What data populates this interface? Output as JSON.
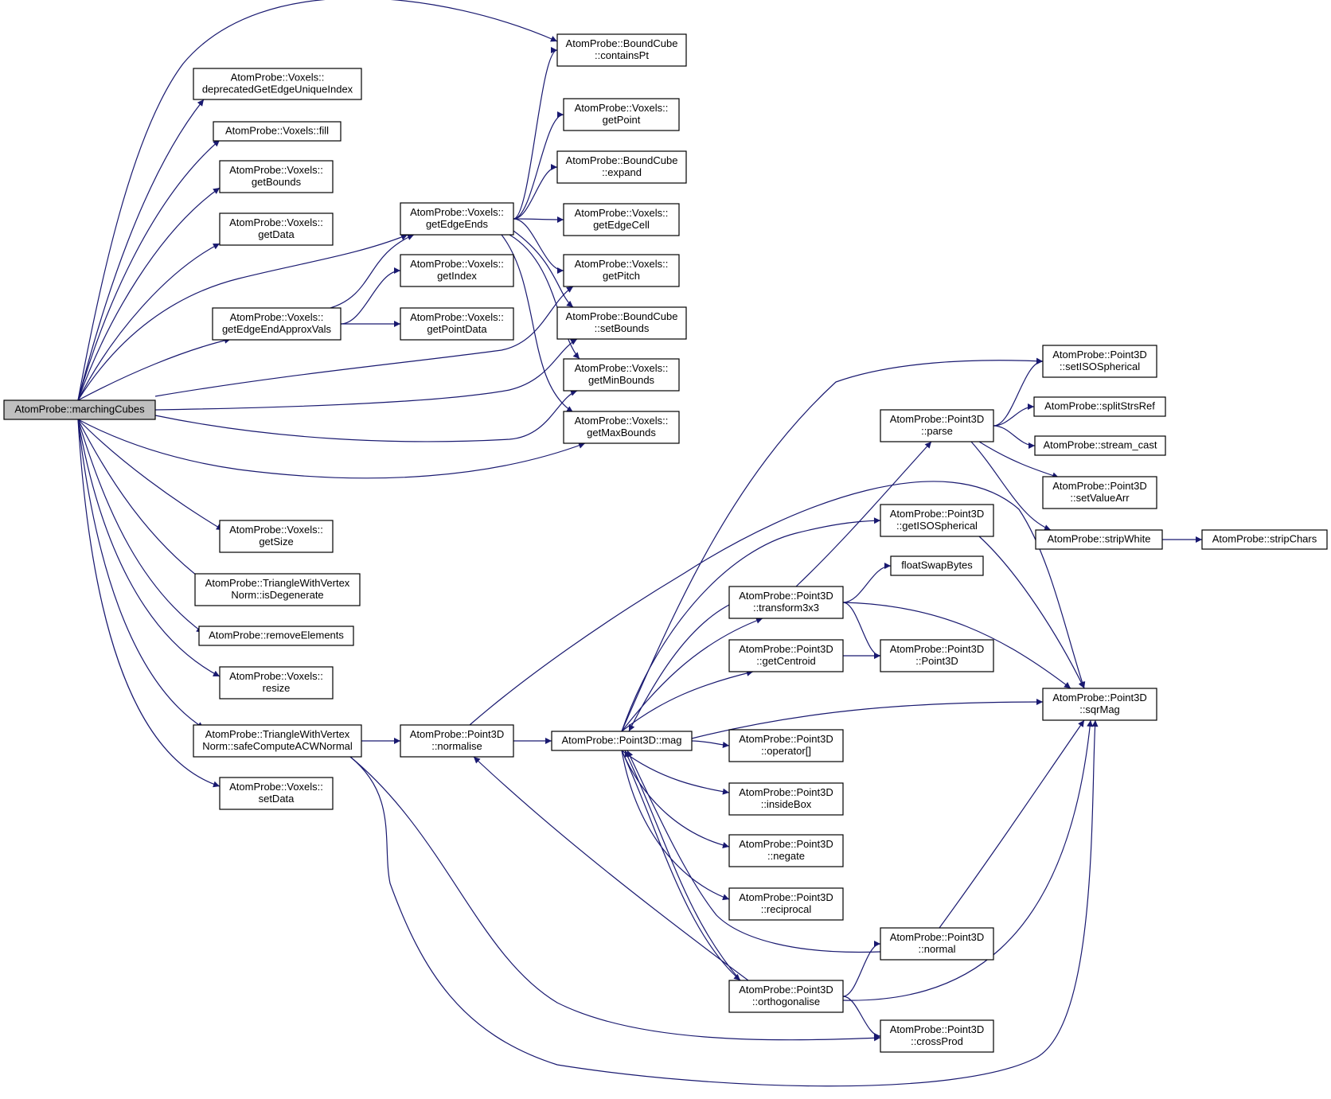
{
  "graph": {
    "nodes": [
      {
        "id": "marchingCubes",
        "lines": [
          "AtomProbe::marchingCubes"
        ],
        "root": true
      },
      {
        "id": "containsPt",
        "lines": [
          "AtomProbe::BoundCube",
          "::containsPt"
        ]
      },
      {
        "id": "deprecatedGetEdgeUniqueIndex",
        "lines": [
          "AtomProbe::Voxels::",
          "deprecatedGetEdgeUniqueIndex"
        ]
      },
      {
        "id": "fill",
        "lines": [
          "AtomProbe::Voxels::fill"
        ]
      },
      {
        "id": "getBounds",
        "lines": [
          "AtomProbe::Voxels::",
          "getBounds"
        ]
      },
      {
        "id": "getData",
        "lines": [
          "AtomProbe::Voxels::",
          "getData"
        ]
      },
      {
        "id": "getEdgeEnds",
        "lines": [
          "AtomProbe::Voxels::",
          "getEdgeEnds"
        ]
      },
      {
        "id": "getPoint",
        "lines": [
          "AtomProbe::Voxels::",
          "getPoint"
        ]
      },
      {
        "id": "expand",
        "lines": [
          "AtomProbe::BoundCube",
          "::expand"
        ]
      },
      {
        "id": "getEdgeCell",
        "lines": [
          "AtomProbe::Voxels::",
          "getEdgeCell"
        ]
      },
      {
        "id": "getIndex",
        "lines": [
          "AtomProbe::Voxels::",
          "getIndex"
        ]
      },
      {
        "id": "getPitch",
        "lines": [
          "AtomProbe::Voxels::",
          "getPitch"
        ]
      },
      {
        "id": "getEdgeEndApproxVals",
        "lines": [
          "AtomProbe::Voxels::",
          "getEdgeEndApproxVals"
        ]
      },
      {
        "id": "getPointData",
        "lines": [
          "AtomProbe::Voxels::",
          "getPointData"
        ]
      },
      {
        "id": "setBounds",
        "lines": [
          "AtomProbe::BoundCube",
          "::setBounds"
        ]
      },
      {
        "id": "getMinBounds",
        "lines": [
          "AtomProbe::Voxels::",
          "getMinBounds"
        ]
      },
      {
        "id": "getMaxBounds",
        "lines": [
          "AtomProbe::Voxels::",
          "getMaxBounds"
        ]
      },
      {
        "id": "getSize",
        "lines": [
          "AtomProbe::Voxels::",
          "getSize"
        ]
      },
      {
        "id": "isDegenerate",
        "lines": [
          "AtomProbe::TriangleWithVertex",
          "Norm::isDegenerate"
        ]
      },
      {
        "id": "removeElements",
        "lines": [
          "AtomProbe::removeElements"
        ]
      },
      {
        "id": "resize",
        "lines": [
          "AtomProbe::Voxels::",
          "resize"
        ]
      },
      {
        "id": "safeComputeACWNormal",
        "lines": [
          "AtomProbe::TriangleWithVertex",
          "Norm::safeComputeACWNormal"
        ]
      },
      {
        "id": "setData",
        "lines": [
          "AtomProbe::Voxels::",
          "setData"
        ]
      },
      {
        "id": "normalise",
        "lines": [
          "AtomProbe::Point3D",
          "::normalise"
        ]
      },
      {
        "id": "mag",
        "lines": [
          "AtomProbe::Point3D::mag"
        ]
      },
      {
        "id": "transform3x3",
        "lines": [
          "AtomProbe::Point3D",
          "::transform3x3"
        ]
      },
      {
        "id": "getCentroid",
        "lines": [
          "AtomProbe::Point3D",
          "::getCentroid"
        ]
      },
      {
        "id": "operatorIdx",
        "lines": [
          "AtomProbe::Point3D",
          "::operator[]"
        ]
      },
      {
        "id": "insideBox",
        "lines": [
          "AtomProbe::Point3D",
          "::insideBox"
        ]
      },
      {
        "id": "negate",
        "lines": [
          "AtomProbe::Point3D",
          "::negate"
        ]
      },
      {
        "id": "reciprocal",
        "lines": [
          "AtomProbe::Point3D",
          "::reciprocal"
        ]
      },
      {
        "id": "orthogonalise",
        "lines": [
          "AtomProbe::Point3D",
          "::orthogonalise"
        ]
      },
      {
        "id": "parse",
        "lines": [
          "AtomProbe::Point3D",
          "::parse"
        ]
      },
      {
        "id": "getISOSpherical",
        "lines": [
          "AtomProbe::Point3D",
          "::getISOSpherical"
        ]
      },
      {
        "id": "floatSwapBytes",
        "lines": [
          "floatSwapBytes"
        ]
      },
      {
        "id": "ctorPoint3D",
        "lines": [
          "AtomProbe::Point3D",
          "::Point3D"
        ]
      },
      {
        "id": "normal",
        "lines": [
          "AtomProbe::Point3D",
          "::normal"
        ]
      },
      {
        "id": "crossProd",
        "lines": [
          "AtomProbe::Point3D",
          "::crossProd"
        ]
      },
      {
        "id": "setISOSpherical",
        "lines": [
          "AtomProbe::Point3D",
          "::setISOSpherical"
        ]
      },
      {
        "id": "splitStrsRef",
        "lines": [
          "AtomProbe::splitStrsRef"
        ]
      },
      {
        "id": "stream_cast",
        "lines": [
          "AtomProbe::stream_cast"
        ]
      },
      {
        "id": "setValueArr",
        "lines": [
          "AtomProbe::Point3D",
          "::setValueArr"
        ]
      },
      {
        "id": "stripWhite",
        "lines": [
          "AtomProbe::stripWhite"
        ]
      },
      {
        "id": "stripChars",
        "lines": [
          "AtomProbe::stripChars"
        ]
      },
      {
        "id": "sqrMag",
        "lines": [
          "AtomProbe::Point3D",
          "::sqrMag"
        ]
      }
    ],
    "edges": [
      [
        "marchingCubes",
        "containsPt"
      ],
      [
        "marchingCubes",
        "deprecatedGetEdgeUniqueIndex"
      ],
      [
        "marchingCubes",
        "fill"
      ],
      [
        "marchingCubes",
        "getBounds"
      ],
      [
        "marchingCubes",
        "getData"
      ],
      [
        "marchingCubes",
        "getEdgeEnds"
      ],
      [
        "marchingCubes",
        "getEdgeEndApproxVals"
      ],
      [
        "marchingCubes",
        "getPitch"
      ],
      [
        "marchingCubes",
        "setBounds"
      ],
      [
        "marchingCubes",
        "getMinBounds"
      ],
      [
        "marchingCubes",
        "getMaxBounds"
      ],
      [
        "marchingCubes",
        "getSize"
      ],
      [
        "marchingCubes",
        "isDegenerate"
      ],
      [
        "marchingCubes",
        "removeElements"
      ],
      [
        "marchingCubes",
        "resize"
      ],
      [
        "marchingCubes",
        "safeComputeACWNormal"
      ],
      [
        "marchingCubes",
        "setData"
      ],
      [
        "getEdgeEnds",
        "containsPt"
      ],
      [
        "getEdgeEnds",
        "getPoint"
      ],
      [
        "getEdgeEnds",
        "expand"
      ],
      [
        "getEdgeEnds",
        "getEdgeCell"
      ],
      [
        "getEdgeEnds",
        "getPitch"
      ],
      [
        "getEdgeEnds",
        "setBounds"
      ],
      [
        "getEdgeEnds",
        "getMinBounds"
      ],
      [
        "getEdgeEnds",
        "getMaxBounds"
      ],
      [
        "getEdgeEndApproxVals",
        "getEdgeEnds"
      ],
      [
        "getEdgeEndApproxVals",
        "getIndex"
      ],
      [
        "getEdgeEndApproxVals",
        "getPointData"
      ],
      [
        "safeComputeACWNormal",
        "normalise"
      ],
      [
        "safeComputeACWNormal",
        "crossProd"
      ],
      [
        "safeComputeACWNormal",
        "sqrMag"
      ],
      [
        "normalise",
        "mag"
      ],
      [
        "normalise",
        "sqrMag"
      ],
      [
        "mag",
        "transform3x3"
      ],
      [
        "mag",
        "getCentroid"
      ],
      [
        "mag",
        "operatorIdx"
      ],
      [
        "mag",
        "insideBox"
      ],
      [
        "mag",
        "negate"
      ],
      [
        "mag",
        "reciprocal"
      ],
      [
        "mag",
        "orthogonalise"
      ],
      [
        "mag",
        "getISOSpherical"
      ],
      [
        "mag",
        "setISOSpherical"
      ],
      [
        "mag",
        "sqrMag"
      ],
      [
        "transform3x3",
        "mag"
      ],
      [
        "transform3x3",
        "parse"
      ],
      [
        "transform3x3",
        "floatSwapBytes"
      ],
      [
        "transform3x3",
        "ctorPoint3D"
      ],
      [
        "transform3x3",
        "sqrMag"
      ],
      [
        "getCentroid",
        "ctorPoint3D"
      ],
      [
        "orthogonalise",
        "mag"
      ],
      [
        "orthogonalise",
        "normalise"
      ],
      [
        "orthogonalise",
        "normal"
      ],
      [
        "orthogonalise",
        "crossProd"
      ],
      [
        "orthogonalise",
        "sqrMag"
      ],
      [
        "normal",
        "mag"
      ],
      [
        "normal",
        "sqrMag"
      ],
      [
        "parse",
        "setISOSpherical"
      ],
      [
        "parse",
        "splitStrsRef"
      ],
      [
        "parse",
        "stream_cast"
      ],
      [
        "parse",
        "setValueArr"
      ],
      [
        "parse",
        "stripWhite"
      ],
      [
        "getISOSpherical",
        "sqrMag"
      ],
      [
        "stripWhite",
        "stripChars"
      ]
    ]
  }
}
